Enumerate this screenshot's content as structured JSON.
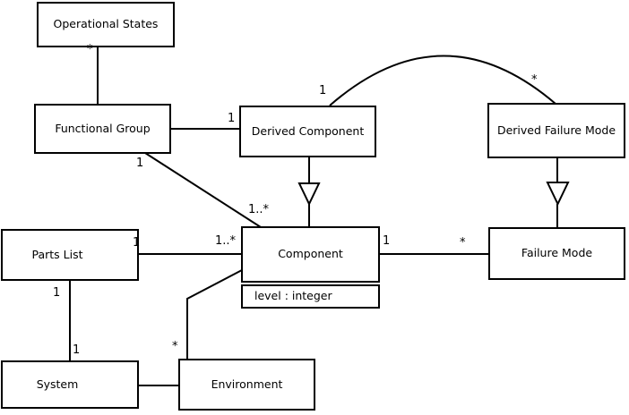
{
  "diagram": {
    "kind": "uml-class-diagram",
    "classes": [
      {
        "id": "operational-states",
        "label": "Operational States"
      },
      {
        "id": "functional-group",
        "label": "Functional Group"
      },
      {
        "id": "derived-component",
        "label": "Derived Component"
      },
      {
        "id": "derived-failure-mode",
        "label": "Derived Failure Mode"
      },
      {
        "id": "parts-list",
        "label": "Parts List"
      },
      {
        "id": "component",
        "label": "Component",
        "attributes": [
          "level : integer"
        ]
      },
      {
        "id": "failure-mode",
        "label": "Failure Mode"
      },
      {
        "id": "system",
        "label": "System"
      },
      {
        "id": "environment",
        "label": "Environment"
      }
    ],
    "relations": [
      {
        "from": "Functional Group",
        "to": "Operational States",
        "type": "association",
        "to_label": "*"
      },
      {
        "from": "Functional Group",
        "to": "Derived Component",
        "type": "association",
        "to_label": "1"
      },
      {
        "from": "Functional Group",
        "to": "Component",
        "type": "association",
        "from_label": "1",
        "to_label": "1..*"
      },
      {
        "from": "Derived Component",
        "to": "Derived Failure Mode",
        "type": "association",
        "from_label": "1",
        "to_label": "*"
      },
      {
        "from": "Derived Component",
        "to": "Component",
        "type": "generalization"
      },
      {
        "from": "Derived Failure Mode",
        "to": "Failure Mode",
        "type": "generalization"
      },
      {
        "from": "Parts List",
        "to": "Component",
        "type": "association",
        "from_label": "1",
        "to_label": "1..*"
      },
      {
        "from": "Component",
        "to": "Failure Mode",
        "type": "association",
        "from_label": "1",
        "to_label": "*"
      },
      {
        "from": "Parts List",
        "to": "System",
        "type": "association",
        "from_label": "1",
        "to_label": "1"
      },
      {
        "from": "Component",
        "to": "Environment",
        "type": "association",
        "to_label": "*"
      },
      {
        "from": "System",
        "to": "Environment",
        "type": "association"
      }
    ],
    "colors": {
      "line": "#000000",
      "background": "#ffffff",
      "text": "#000000"
    }
  }
}
